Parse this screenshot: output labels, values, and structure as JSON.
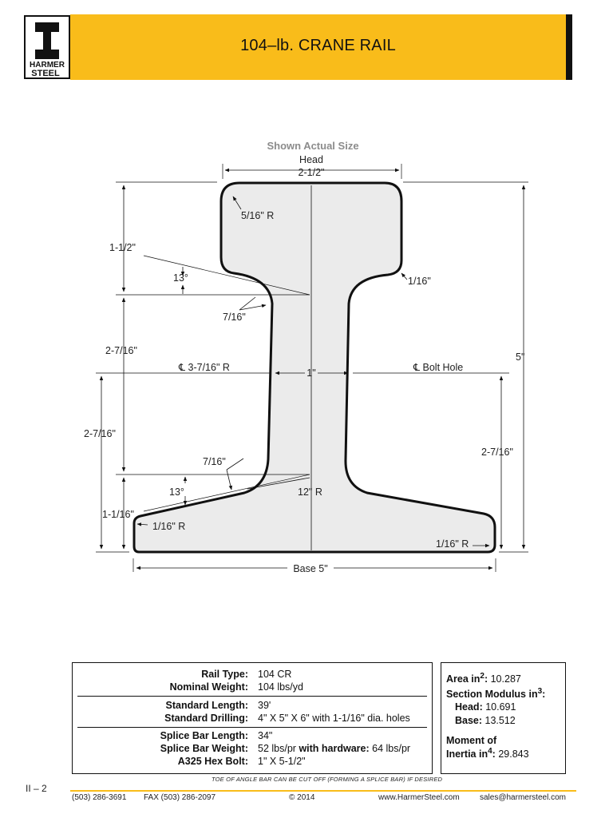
{
  "header": {
    "title": "104–lb. CRANE RAIL",
    "logo_line1": "HARMER",
    "logo_line2": "STEEL",
    "brand_color": "#f9bc1a"
  },
  "drawing": {
    "caption": "Shown Actual Size",
    "head_label": "Head",
    "head_width": "2-1/2\"",
    "top_radius": "5/16\" R",
    "head_height": "1-1/2\"",
    "head_angle": "13°",
    "head_corner_radius": "1/16\"",
    "head_fillet": "7/16\"",
    "upper_web": "2-7/16\"",
    "web_radius": "℄ 3-7/16\" R",
    "web_thickness": "1\"",
    "bolt_hole": "℄ Bolt Hole",
    "total_height": "5\"",
    "lower_web": "2-7/16\"",
    "right_lower": "2-7/16\"",
    "base_fillet": "7/16\"",
    "base_angle": "13°",
    "base_radius": "12\" R",
    "base_height": "1-1/16\"",
    "base_left_radius": "1/16\" R",
    "base_right_radius": "1/16\" R",
    "base_width": "Base 5\""
  },
  "specs": {
    "rail_type": {
      "label": "Rail Type:",
      "value": "104 CR"
    },
    "nominal_weight": {
      "label": "Nominal Weight:",
      "value": "104 lbs/yd"
    },
    "standard_length": {
      "label": "Standard Length:",
      "value": "39'"
    },
    "standard_drilling": {
      "label": "Standard Drilling:",
      "value": "4\" X 5\" X 6\" with 1-1/16\" dia. holes"
    },
    "splice_bar_length": {
      "label": "Splice Bar Length:",
      "value": "34\""
    },
    "splice_bar_weight": {
      "label": "Splice Bar Weight:",
      "value": "52 lbs/pr",
      "hardware_label": "with hardware:",
      "hardware_value": "64 lbs/pr"
    },
    "hex_bolt": {
      "label": "A325 Hex Bolt:",
      "value": "1\" X 5-1/2\""
    }
  },
  "properties": {
    "area_label": "Area in",
    "area_exp": "2",
    "area_value": "10.287",
    "section_label": "Section Modulus in",
    "section_exp": "3",
    "head_label": "Head:",
    "head_value": "10.691",
    "base_label": "Base:",
    "base_value": "13.512",
    "moment_label": "Moment of",
    "inertia_label": "Inertia in",
    "inertia_exp": "4",
    "inertia_value": "29.843"
  },
  "note": "TOE OF ANGLE BAR CAN BE CUT OFF (FORMING A SPLICE BAR) IF DESIRED",
  "footer": {
    "page": "II – 2",
    "phone": "(503) 286-3691",
    "fax": "FAX (503) 286-2097",
    "copyright": "© 2014",
    "website": "www.HarmerSteel.com",
    "email": "sales@harmersteel.com"
  }
}
